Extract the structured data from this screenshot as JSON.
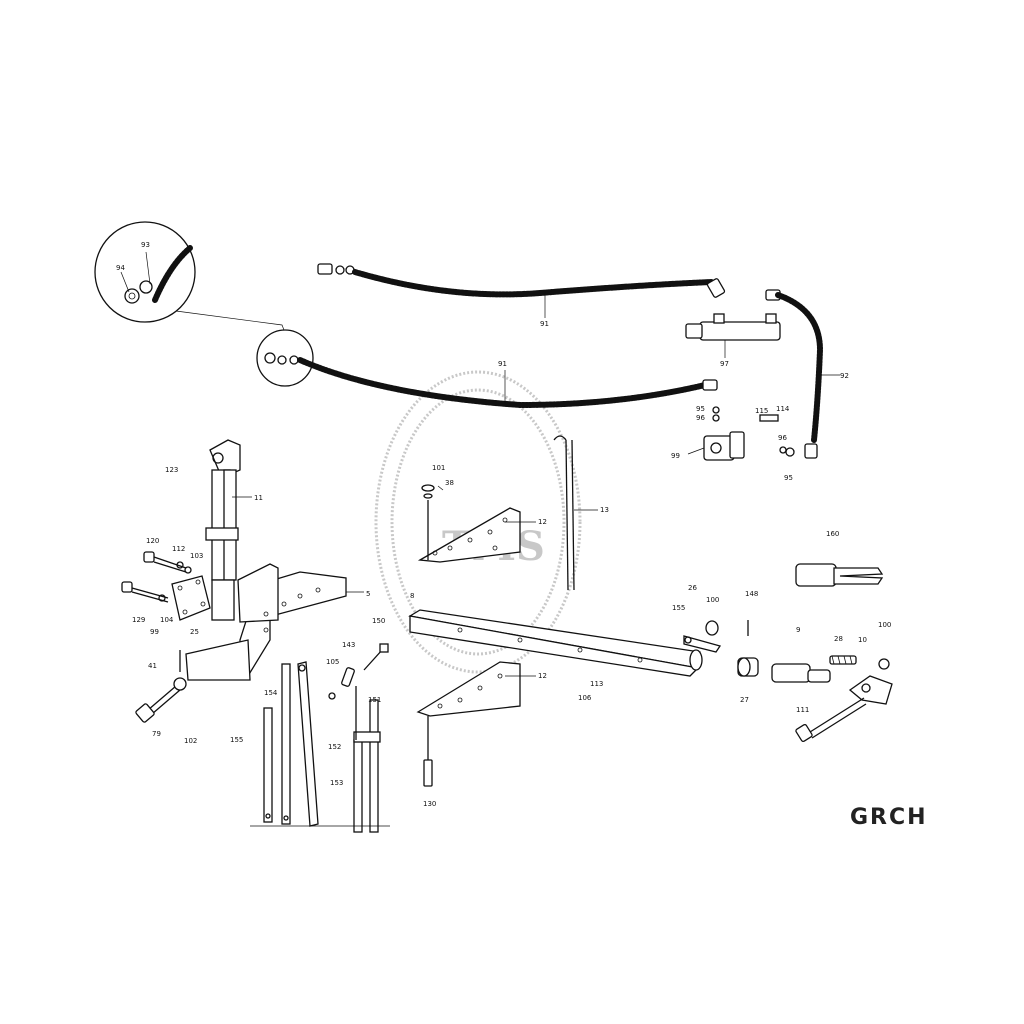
{
  "diagram_code": "GRCH",
  "part_labels": {
    "p91a": "91",
    "p91b": "91",
    "p92": "92",
    "p93": "93",
    "p94": "94",
    "p95a": "95",
    "p95b": "95",
    "p96a": "96",
    "p96b": "96",
    "p97": "97",
    "p99": "99",
    "p101": "101",
    "p38": "38",
    "p12a": "12",
    "p12b": "12",
    "p13": "13",
    "p115": "115",
    "p114": "114",
    "p123": "123",
    "p11": "11",
    "p120": "120",
    "p112": "112",
    "p103": "103",
    "p129": "129",
    "p99b": "99",
    "p104": "104",
    "p25": "25",
    "p5": "5",
    "p41": "41",
    "p79": "79",
    "p102": "102",
    "p143": "143",
    "p150": "150",
    "p105": "105",
    "p154": "154",
    "p151": "151",
    "p155": "155",
    "p152": "152",
    "p153": "153",
    "p8": "8",
    "p26": "26",
    "p155b": "155",
    "p100a": "100",
    "p148": "148",
    "p113": "113",
    "p106": "106",
    "p27": "27",
    "p130": "130",
    "p160": "160",
    "p9": "9",
    "p28": "28",
    "p10": "10",
    "p100b": "100",
    "p111": "111"
  },
  "watermark": {
    "text": "TMS",
    "color": "#c8c8c8"
  }
}
